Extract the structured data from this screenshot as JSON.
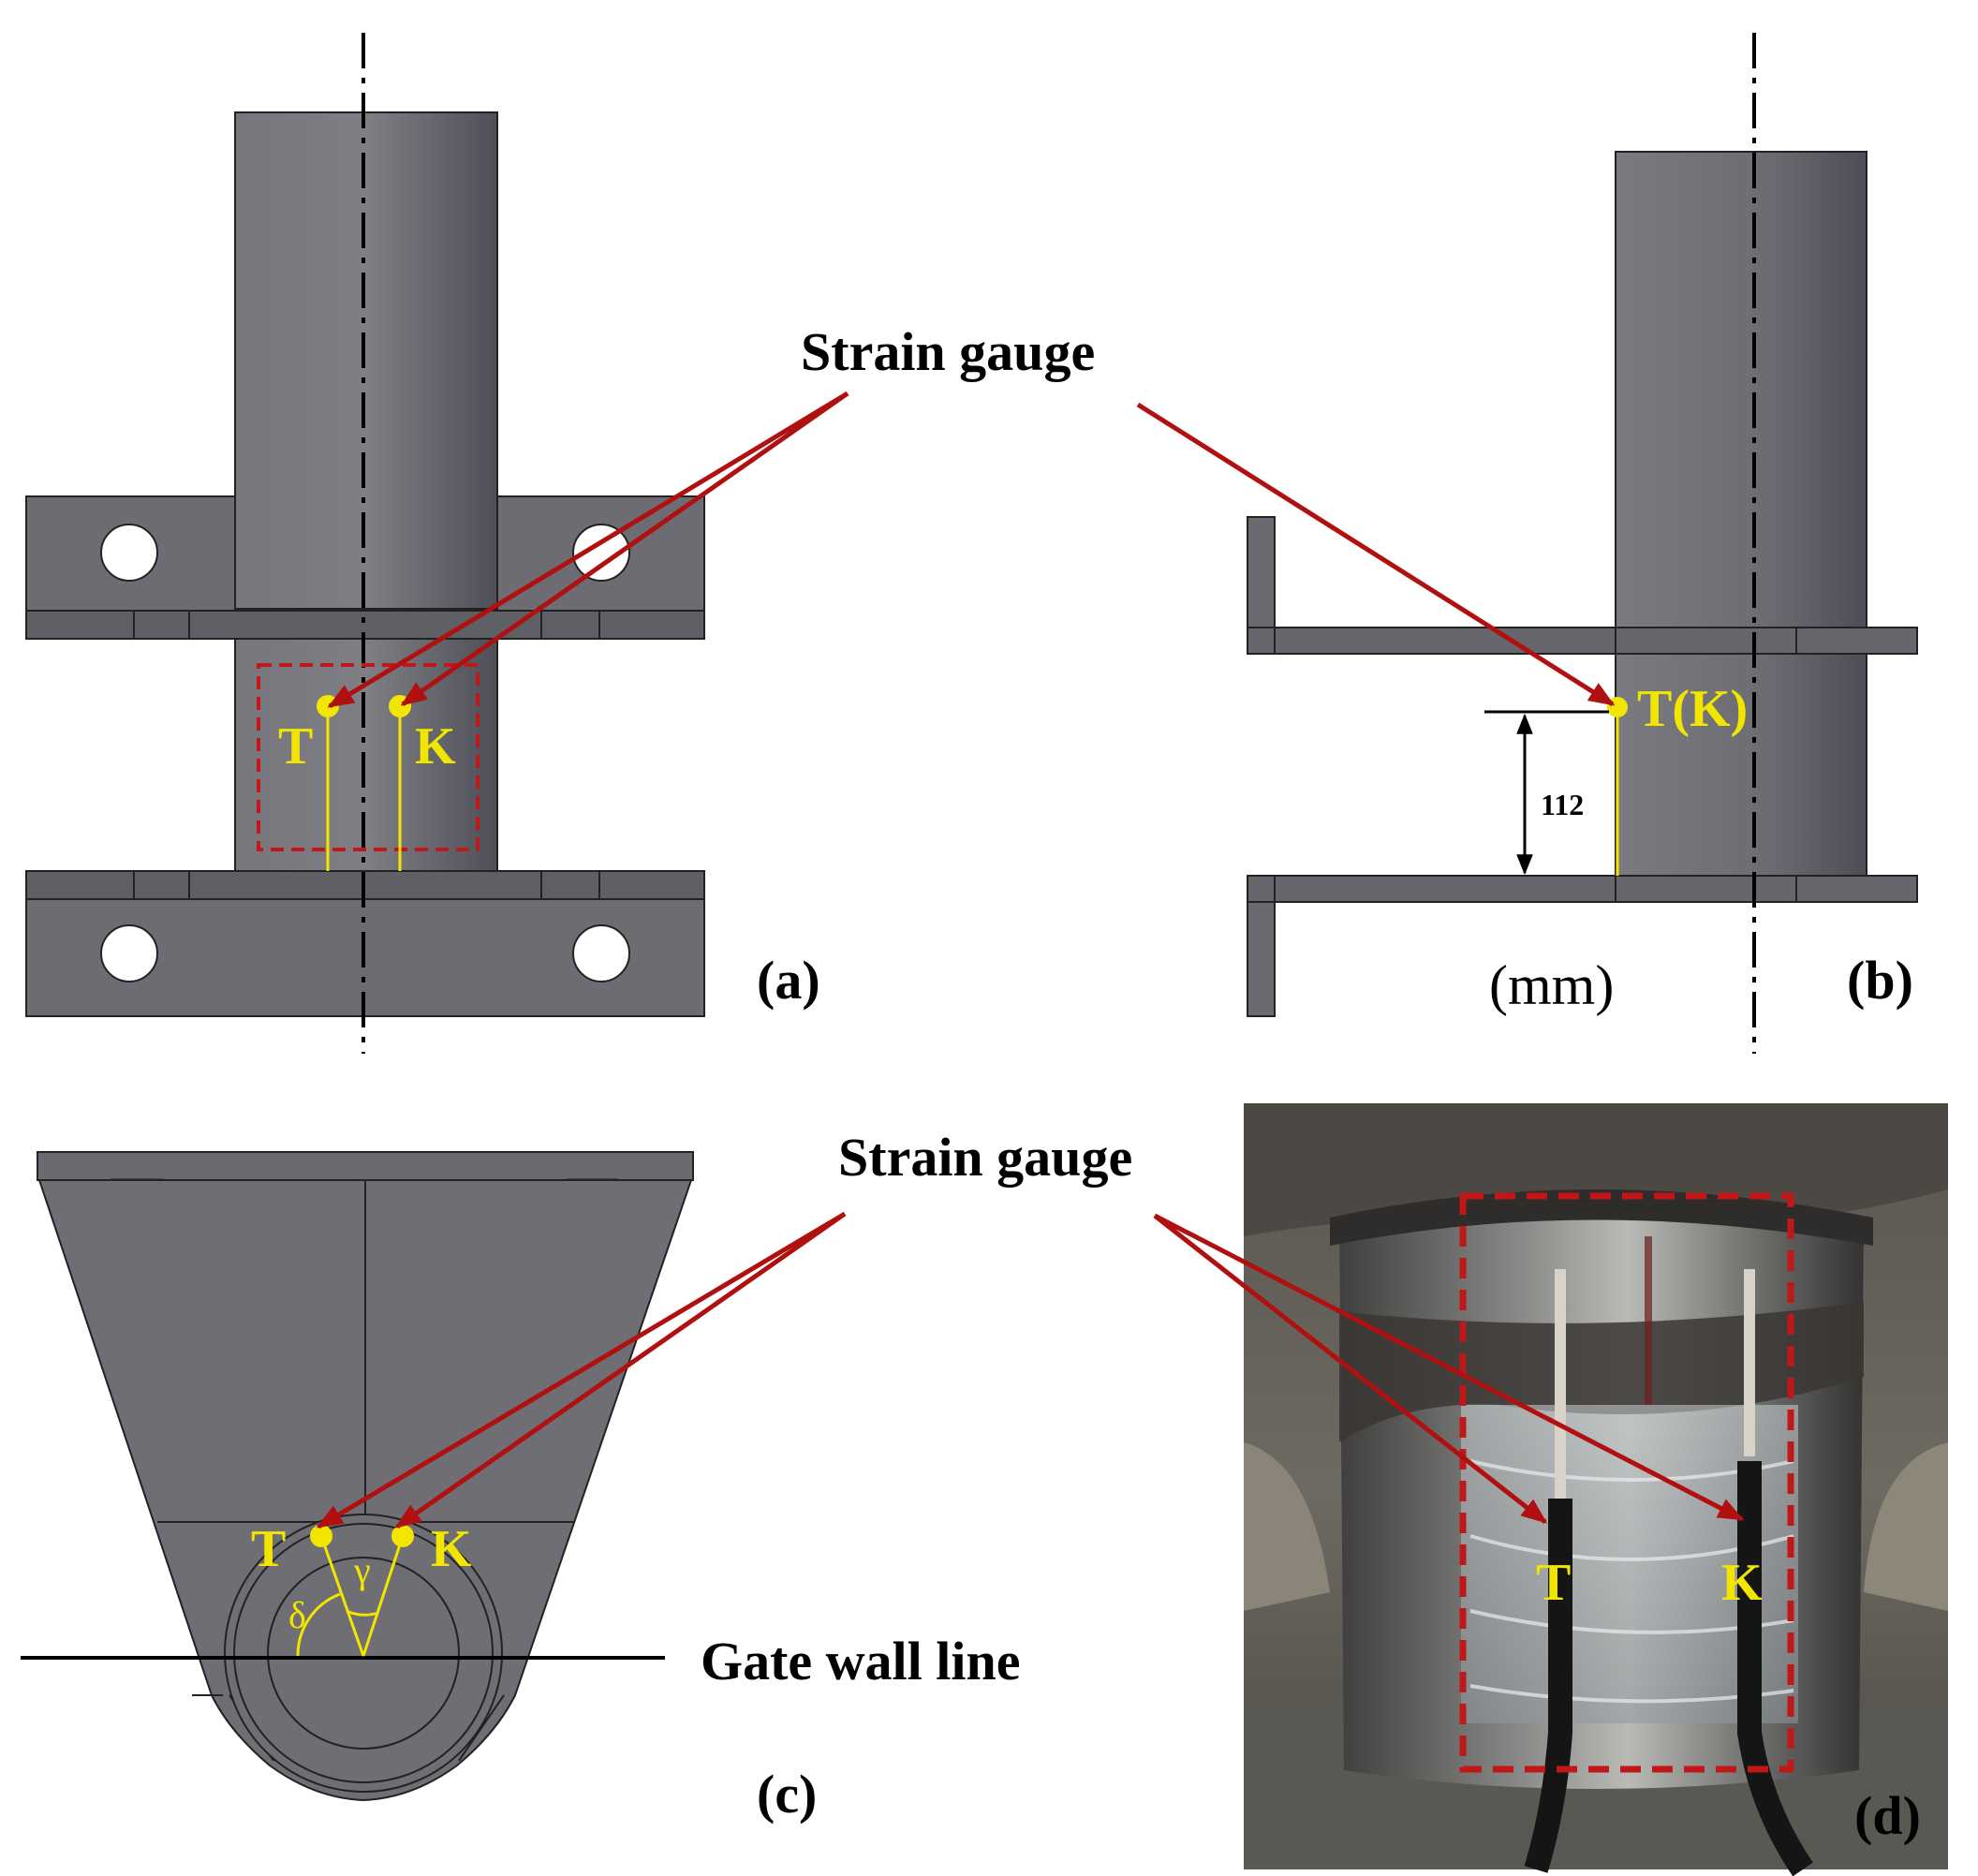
{
  "figure": {
    "panels": {
      "a": {
        "caption": "(a)",
        "callout": "Strain gauge",
        "gauge_t": "T",
        "gauge_k": "K"
      },
      "b": {
        "caption": "(b)",
        "callout": "Strain gauge",
        "gauge_tk": "T(K)",
        "dimension_value": "112",
        "unit_note": "(mm)"
      },
      "c": {
        "caption": "(c)",
        "callout": "Strain gauge",
        "gauge_t": "T",
        "gauge_k": "K",
        "angle_delta": "δ",
        "angle_gamma": "γ",
        "baseline_label": "Gate wall line"
      },
      "d": {
        "caption": "(d)",
        "callout": "Strain gauge",
        "gauge_t": "T",
        "gauge_k": "K"
      }
    },
    "colors": {
      "steel": "#6e6e74",
      "steel_dark": "#56565d",
      "steel_light": "#8a8a90",
      "gauge": "#f2e600",
      "arrow": "#b01010",
      "box": "#c01818",
      "ink": "#000000"
    }
  }
}
